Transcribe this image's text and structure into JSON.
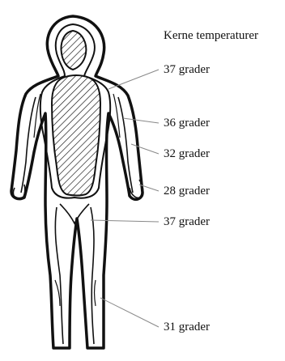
{
  "diagram": {
    "heading": "Kerne temperaturer",
    "labels": [
      "37 grader",
      "36 grader",
      "32 grader",
      "28 grader",
      "37 grader",
      "31 grader"
    ]
  }
}
